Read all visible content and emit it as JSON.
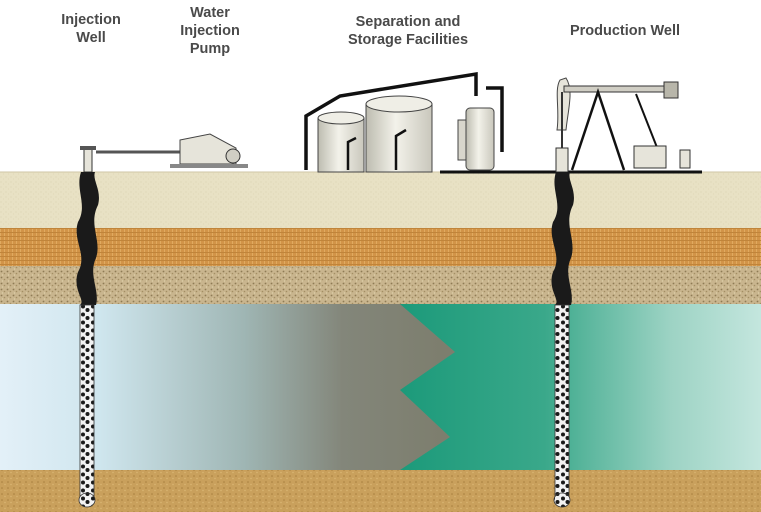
{
  "labels": {
    "injection_well": [
      "Injection",
      "Well"
    ],
    "water_injection_pump": [
      "Water",
      "Injection",
      "Pump"
    ],
    "separation_storage": [
      "Separation and",
      "Storage Facilities"
    ],
    "production_well": [
      "Production Well"
    ]
  },
  "colors": {
    "sky": "#ffffff",
    "surface_sand": "#e8e1c4",
    "orange_layer": "#d29448",
    "gravel_layer": "#c8b48c",
    "reservoir_water": "#ddeef5",
    "oil_front": "#7e7e70",
    "displaced_oil_zone": "#21a282",
    "bottom_rock": "#c9a05c",
    "equipment": "#e6e4da",
    "pipe": "#111111"
  }
}
